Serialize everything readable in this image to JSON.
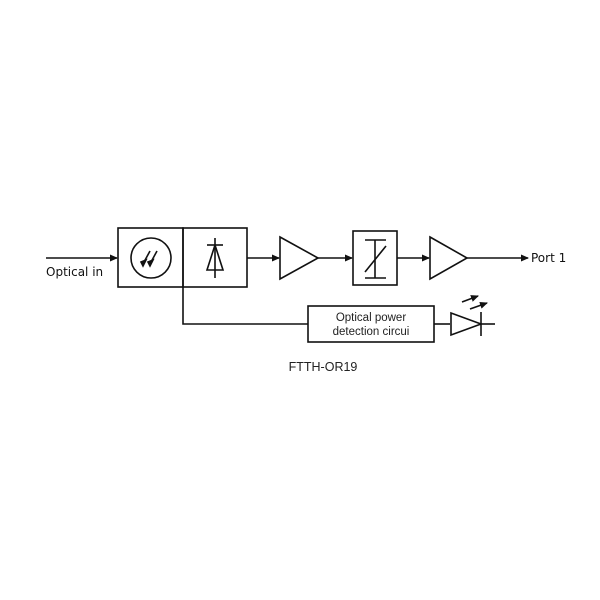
{
  "diagram": {
    "input_label": "Optical in",
    "output_label": "Port 1",
    "detector_block_label": "Optical power",
    "detector_block_label_line2": "detection circui",
    "caption": "FTTH-OR19",
    "blocks": [
      "photodetector-lens",
      "photodiode",
      "amplifier-1",
      "attenuator",
      "amplifier-2",
      "optical-power-detection-circuit",
      "led-indicator"
    ]
  }
}
